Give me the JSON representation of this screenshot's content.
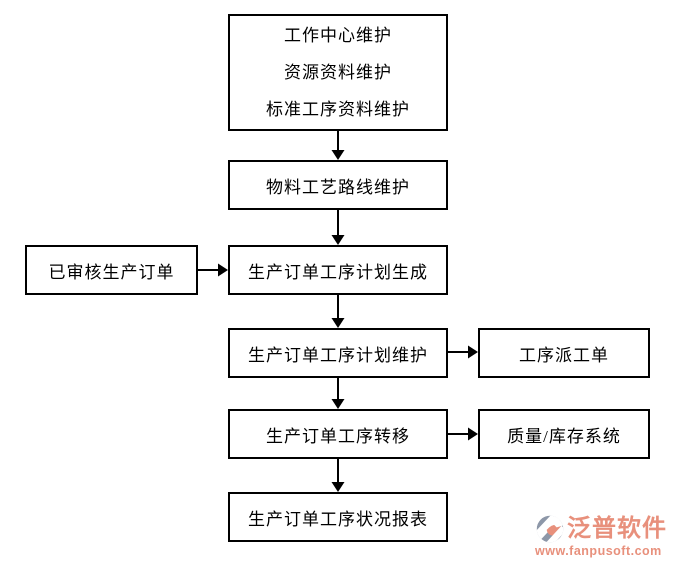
{
  "flowchart": {
    "top_box": {
      "lines": [
        "工作中心维护",
        "资源资料维护",
        "标准工序资料维护"
      ]
    },
    "nodes": {
      "material_routing": "物料工艺路线维护",
      "approved_order": "已审核生产订单",
      "plan_generation": "生产订单工序计划生成",
      "plan_maintenance": "生产订单工序计划维护",
      "dispatch_order": "工序派工单",
      "operation_transfer": "生产订单工序转移",
      "quality_inventory": "质量/库存系统",
      "status_report": "生产订单工序状况报表"
    },
    "line_color": "#000000",
    "box_background": "#ffffff"
  },
  "logo": {
    "brand": "泛普软件",
    "website": "www.fanpusoft.com",
    "brand_color": "#e8907c",
    "icon_color": "#8d97a8",
    "icon": "fanpu-circle-icon"
  }
}
